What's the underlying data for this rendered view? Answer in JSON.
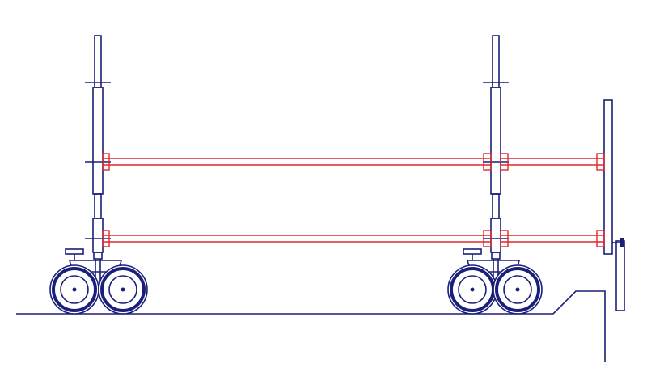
{
  "colors": {
    "frame": "#1a1f7a",
    "guardrail": "#e0262e",
    "background": "#ffffff"
  },
  "components": {
    "uprights": 3,
    "guardrail_levels": 2,
    "casters": 4
  }
}
